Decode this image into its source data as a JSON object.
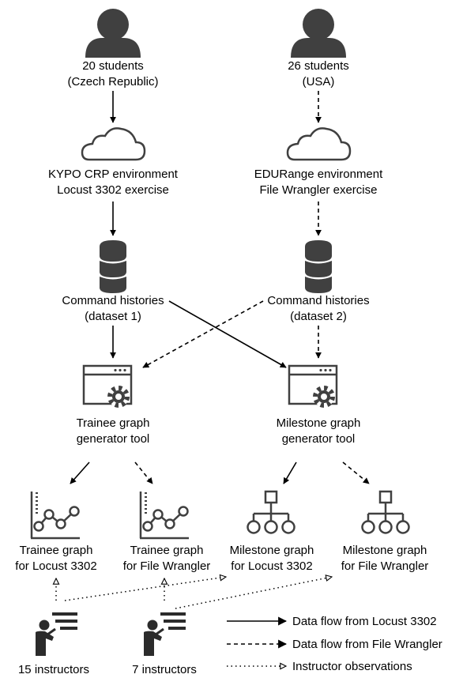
{
  "groups": {
    "czech": {
      "line1": "20 students",
      "line2": "(Czech Republic)"
    },
    "usa": {
      "line1": "26 students",
      "line2": "(USA)"
    }
  },
  "environments": {
    "kypo": {
      "line1": "KYPO CRP environment",
      "line2": "Locust 3302 exercise"
    },
    "edurange": {
      "line1": "EDURange environment",
      "line2": "File Wrangler exercise"
    }
  },
  "datasets": {
    "d1": {
      "line1": "Command histories",
      "line2": "(dataset 1)"
    },
    "d2": {
      "line1": "Command histories",
      "line2": "(dataset 2)"
    }
  },
  "tools": {
    "trainee": {
      "line1": "Trainee graph",
      "line2": "generator tool"
    },
    "milestone": {
      "line1": "Milestone graph",
      "line2": "generator tool"
    }
  },
  "graphs": {
    "trainee_locust": {
      "line1": "Trainee graph",
      "line2": "for Locust 3302"
    },
    "trainee_wrangler": {
      "line1": "Trainee graph",
      "line2": "for File Wrangler"
    },
    "milestone_locust": {
      "line1": "Milestone graph",
      "line2": "for Locust 3302"
    },
    "milestone_wrangler": {
      "line1": "Milestone graph",
      "line2": "for File Wrangler"
    }
  },
  "instructors": {
    "group1": "15 instructors",
    "group2": "7 instructors"
  },
  "legend": {
    "solid": "Data flow from Locust 3302",
    "dashed": "Data flow from File Wrangler",
    "dotted": "Instructor observations"
  },
  "colors": {
    "stroke": "#000000",
    "icon_fill": "#404040",
    "background": "#ffffff"
  }
}
